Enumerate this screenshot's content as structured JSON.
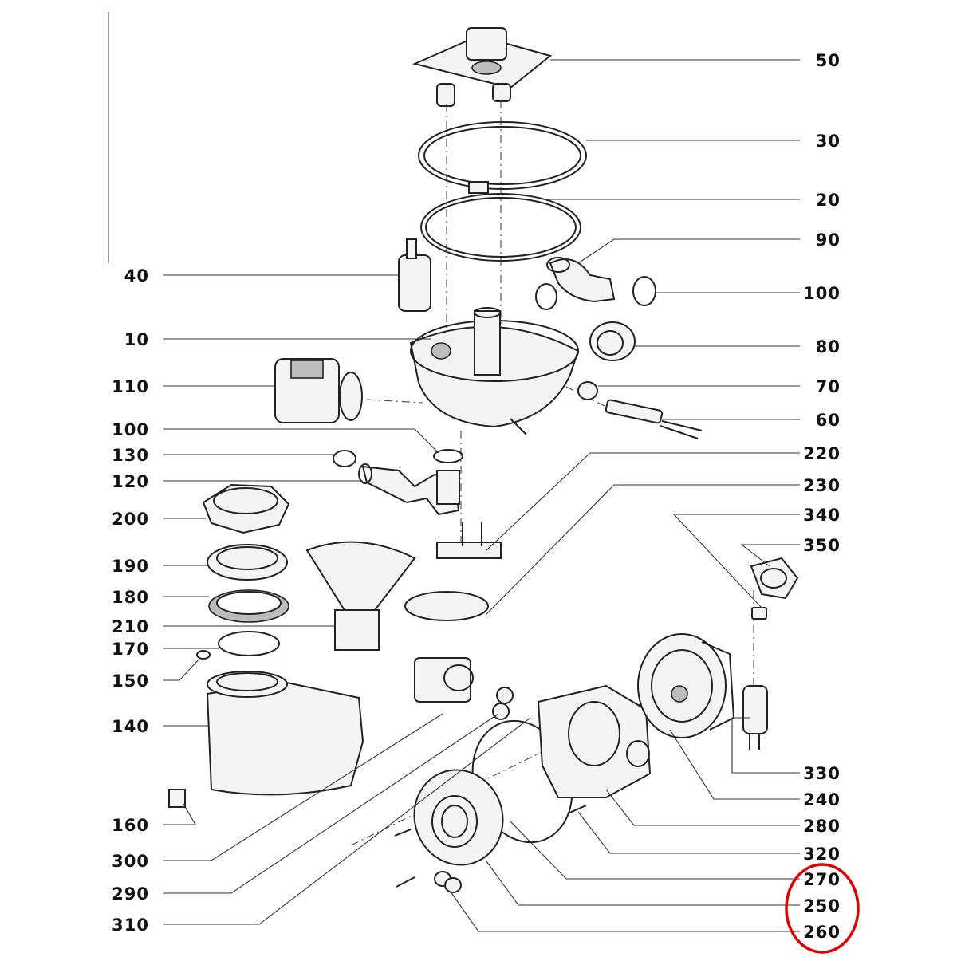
{
  "diagram": {
    "callouts": [
      {
        "id": "c50",
        "label": "50"
      },
      {
        "id": "c30",
        "label": "30"
      },
      {
        "id": "c20",
        "label": "20"
      },
      {
        "id": "c90",
        "label": "90"
      },
      {
        "id": "c100a",
        "label": "100"
      },
      {
        "id": "c80",
        "label": "80"
      },
      {
        "id": "c70",
        "label": "70"
      },
      {
        "id": "c60",
        "label": "60"
      },
      {
        "id": "c220",
        "label": "220"
      },
      {
        "id": "c230",
        "label": "230"
      },
      {
        "id": "c340",
        "label": "340"
      },
      {
        "id": "c350",
        "label": "350"
      },
      {
        "id": "c330",
        "label": "330"
      },
      {
        "id": "c240",
        "label": "240"
      },
      {
        "id": "c280",
        "label": "280"
      },
      {
        "id": "c320",
        "label": "320"
      },
      {
        "id": "c270",
        "label": "270"
      },
      {
        "id": "c250",
        "label": "250"
      },
      {
        "id": "c260",
        "label": "260"
      },
      {
        "id": "c40",
        "label": "40"
      },
      {
        "id": "c10",
        "label": "10"
      },
      {
        "id": "c110",
        "label": "110"
      },
      {
        "id": "c100b",
        "label": "100"
      },
      {
        "id": "c130",
        "label": "130"
      },
      {
        "id": "c120",
        "label": "120"
      },
      {
        "id": "c200",
        "label": "200"
      },
      {
        "id": "c190",
        "label": "190"
      },
      {
        "id": "c180",
        "label": "180"
      },
      {
        "id": "c210",
        "label": "210"
      },
      {
        "id": "c170",
        "label": "170"
      },
      {
        "id": "c150",
        "label": "150"
      },
      {
        "id": "c140",
        "label": "140"
      },
      {
        "id": "c160",
        "label": "160"
      },
      {
        "id": "c300",
        "label": "300"
      },
      {
        "id": "c290",
        "label": "290"
      },
      {
        "id": "c310",
        "label": "310"
      }
    ],
    "highlight": {
      "color": "#e00000",
      "covers": [
        "270",
        "250",
        "260"
      ]
    }
  }
}
